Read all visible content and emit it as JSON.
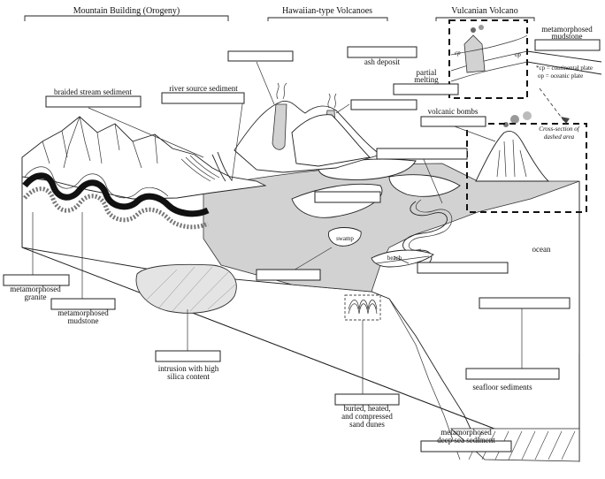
{
  "headers": {
    "orogeny": "Mountain Building (Orogeny)",
    "hawaiian": "Hawaiian-type Volcanoes",
    "vulcanian": "Vulcanian Volcano"
  },
  "labels": {
    "braided_stream": "braided stream sediment",
    "river_source": "river source sediment",
    "ash_deposit": "ash deposit",
    "partial_melting_1": "partial",
    "partial_melting_2": "melting",
    "volcanic_bombs": "volcanic bombs",
    "meta_mudstone_top_1": "metamorphosed",
    "meta_mudstone_top_2": "mudstone",
    "cp_note": "*cp = continental plate",
    "op_note": "op = oceanic plate",
    "cross_section_1": "Cross-section of",
    "cross_section_2": "dashed area",
    "cp_tag": "cp",
    "op_tag": "op",
    "swamp": "swamp",
    "beach": "beach",
    "ocean": "ocean",
    "meta_granite_1": "metamorphosed",
    "meta_granite_2": "granite",
    "meta_mudstone_left_1": "metamorphosed",
    "meta_mudstone_left_2": "mudstone",
    "intrusion_1": "intrusion with high",
    "intrusion_2": "silica content",
    "buried_1": "buried, heated,",
    "buried_2": "and compressed",
    "buried_3": "sand dunes",
    "seafloor": "seafloor sediments",
    "meta_deepsea_1": "metamorphosed",
    "meta_deepsea_2": "deep sea sediment"
  }
}
